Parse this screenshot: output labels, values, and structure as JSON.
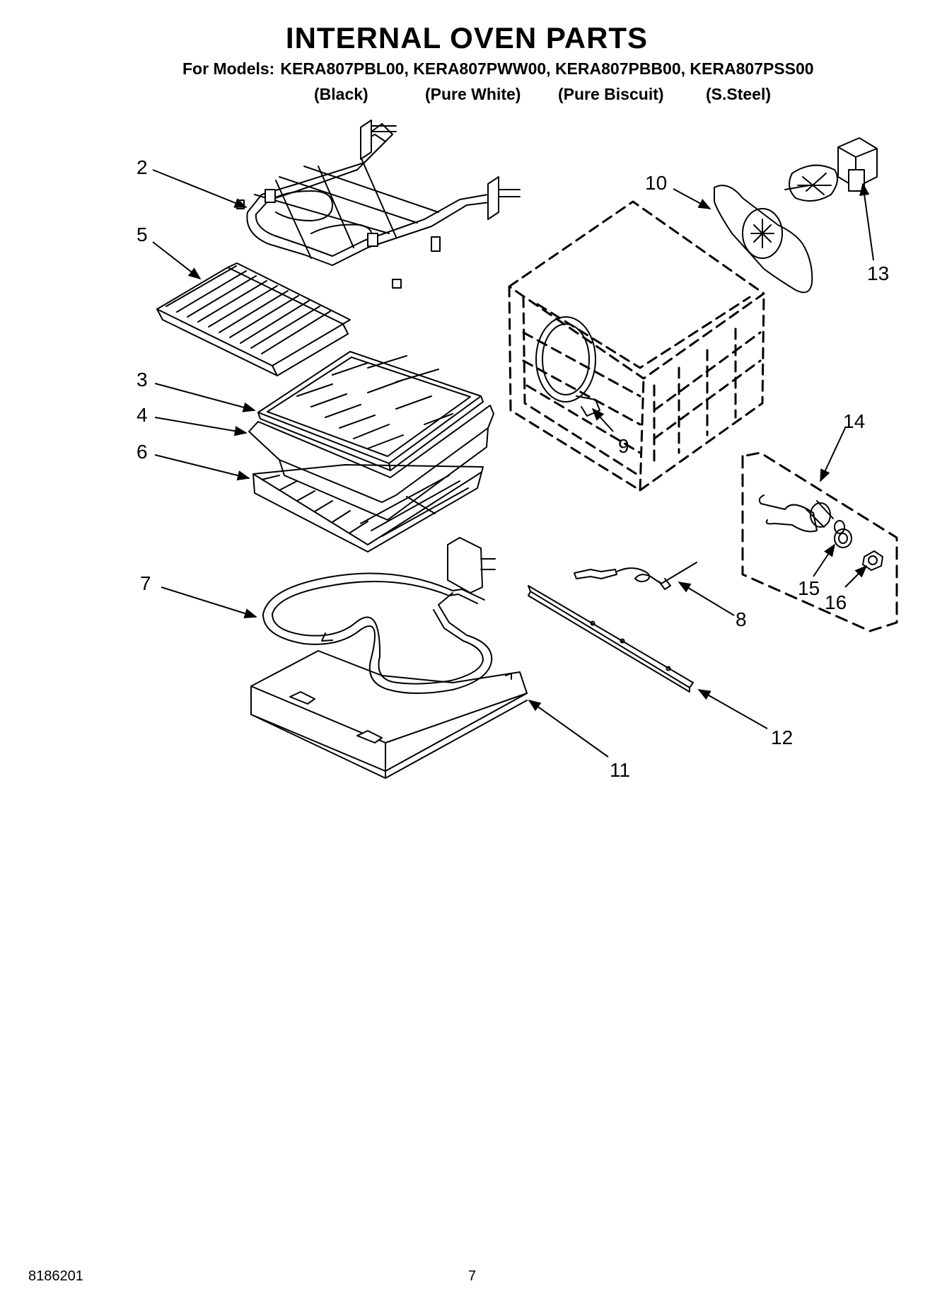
{
  "title": "INTERNAL OVEN PARTS",
  "models": {
    "label": "For Models:",
    "list": [
      "KERA807PBL00,",
      "KERA807PWW00,",
      "KERA807PBB00,",
      "KERA807PSS00"
    ],
    "finishes": [
      "(Black)",
      "(Pure White)",
      "(Pure Biscuit)",
      "(S.Steel)"
    ]
  },
  "callouts": [
    "2",
    "5",
    "3",
    "4",
    "6",
    "7",
    "10",
    "13",
    "9",
    "14",
    "15",
    "16",
    "8",
    "12",
    "11"
  ],
  "footer": {
    "doc_number": "8186201",
    "page_number": "7"
  }
}
